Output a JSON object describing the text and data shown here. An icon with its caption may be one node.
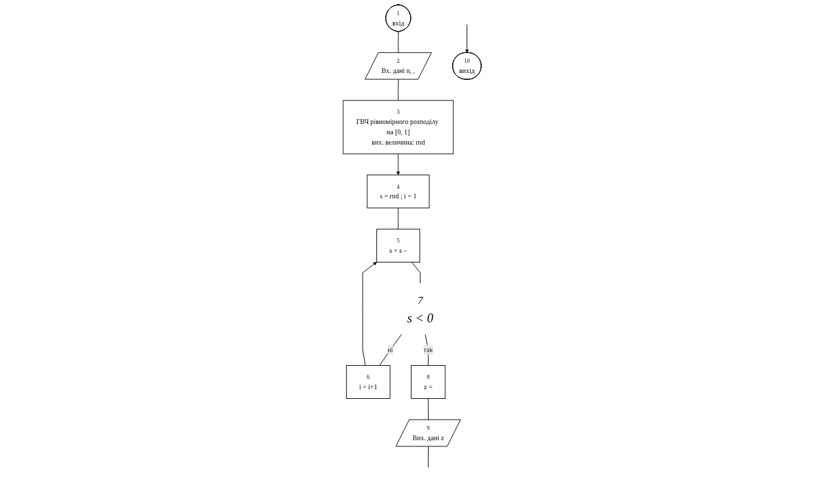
{
  "diagram": {
    "nodes": [
      {
        "text": [
          "1",
          "вхід"
        ]
      },
      {
        "text": [
          "2",
          "Вх. дані n, ,"
        ]
      },
      {
        "text": [
          "3",
          "ГВЧ рівномірного розподілу на [0, 1]",
          "вих. величина: rnd"
        ]
      },
      {
        "text": [
          "4",
          "s = rnd ; i = 1"
        ]
      },
      {
        "text": [
          "5",
          "s = s –"
        ]
      },
      {
        "text": [
          "6",
          "i = i+1"
        ]
      },
      {
        "text": [
          "7",
          "s < 0"
        ]
      },
      {
        "text": [
          "8",
          "z ="
        ]
      },
      {
        "text": [
          "9",
          "Вих. дані z"
        ]
      },
      {
        "text": [
          "10",
          "вихід"
        ]
      }
    ],
    "edges": [
      {
        "from": 0,
        "to": 1,
        "arrow": "none"
      },
      {
        "from": 1,
        "to": 2,
        "arrow": "none"
      },
      {
        "from": 2,
        "to": 3,
        "arrow": "to"
      },
      {
        "from": 3,
        "to": 4,
        "arrow": "none"
      },
      {
        "from": 4,
        "to": 6,
        "arrow": "none"
      },
      {
        "from": 6,
        "to": 5,
        "label": "ні",
        "arrow": "none"
      },
      {
        "from": 5,
        "to": 4,
        "arrow": "to"
      },
      {
        "from": 6,
        "to": 7,
        "label": "так",
        "arrow": "none"
      },
      {
        "from": 7,
        "to": 8,
        "arrow": "none"
      },
      {
        "from": 8,
        "to": null,
        "arrow": "none"
      },
      {
        "from": null,
        "to": 9,
        "arrow": "to"
      }
    ]
  }
}
